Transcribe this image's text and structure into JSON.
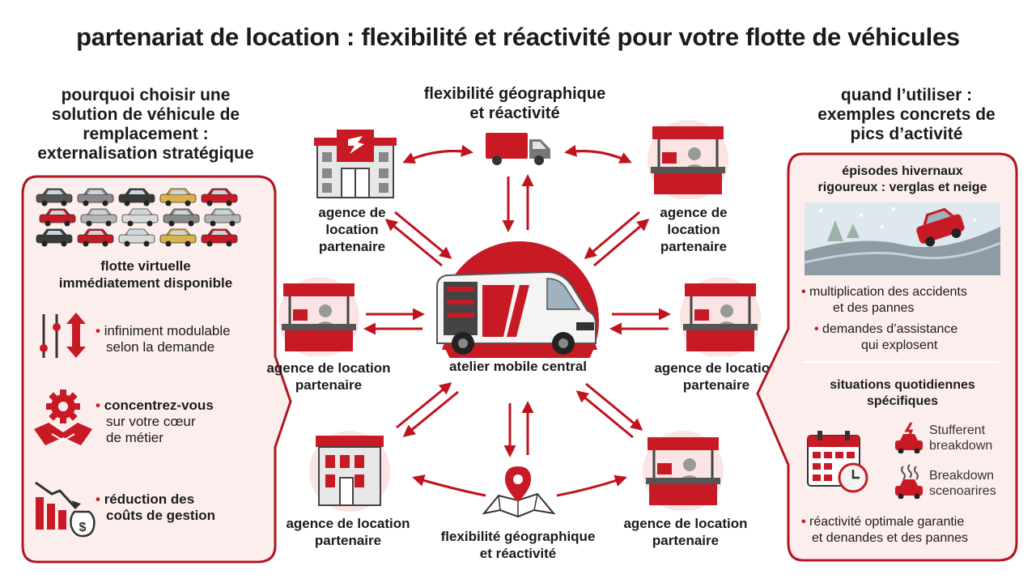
{
  "title": "partenariat de location : flexibilité et réactivité pour votre flotte de véhicules",
  "left": {
    "heading": [
      "pourquoi choisir une",
      "solution de véhicule de",
      "remplacement :",
      "externalisation stratégique"
    ],
    "fleet_label": [
      "flotte virtuelle",
      "immédiatement disponible"
    ],
    "items": [
      {
        "lines": [
          "infiniment modulable",
          "selon la demande"
        ],
        "icon": "slider-arrows-icon"
      },
      {
        "lines": [
          "concentrez-vous",
          "sur votre cœur",
          "de métier"
        ],
        "icon": "gear-handshake-icon"
      },
      {
        "lines": [
          "réduction des",
          "coûts de gestion"
        ],
        "icon": "cost-reduction-icon"
      }
    ]
  },
  "center": {
    "top_heading": [
      "flexibilité géographique",
      "et réactivité"
    ],
    "hub_label": "atelier mobile central",
    "bottom_label": [
      "flexibilité géographique",
      "et réactivité"
    ],
    "agencies": {
      "top_left": [
        "agence de",
        "location",
        "partenaire"
      ],
      "top_right": [
        "agence de",
        "location",
        "partenaire"
      ],
      "mid_left": [
        "agence de location",
        "partenaire"
      ],
      "mid_right": [
        "agence de location",
        "partenaire"
      ],
      "bottom_left": [
        "agence de location",
        "partenaire"
      ],
      "bottom_right": [
        "agence de location",
        "partenaire"
      ]
    }
  },
  "right": {
    "heading": [
      "quand l’utiliser :",
      "exemples concrets de",
      "pics d’activité"
    ],
    "winter_title": [
      "épisodes hivernaux",
      "rigoureux : verglas et neige"
    ],
    "winter_bullets": [
      [
        "multiplication des accidents",
        "et des pannes"
      ],
      [
        "demandes d’assistance",
        "qui explosent"
      ]
    ],
    "daily_title": [
      "situations quotidiennes",
      "spécifiques"
    ],
    "daily_items": [
      [
        "Stufferent",
        "breakdown"
      ],
      [
        "Breakdown",
        "scenoarires"
      ]
    ],
    "daily_bullet": [
      "réactivité optimale garantie",
      "et denandes et des pannes"
    ]
  },
  "colors": {
    "accent": "#c81a25",
    "panel_bg": "#fdeeee",
    "border": "#b01722"
  }
}
